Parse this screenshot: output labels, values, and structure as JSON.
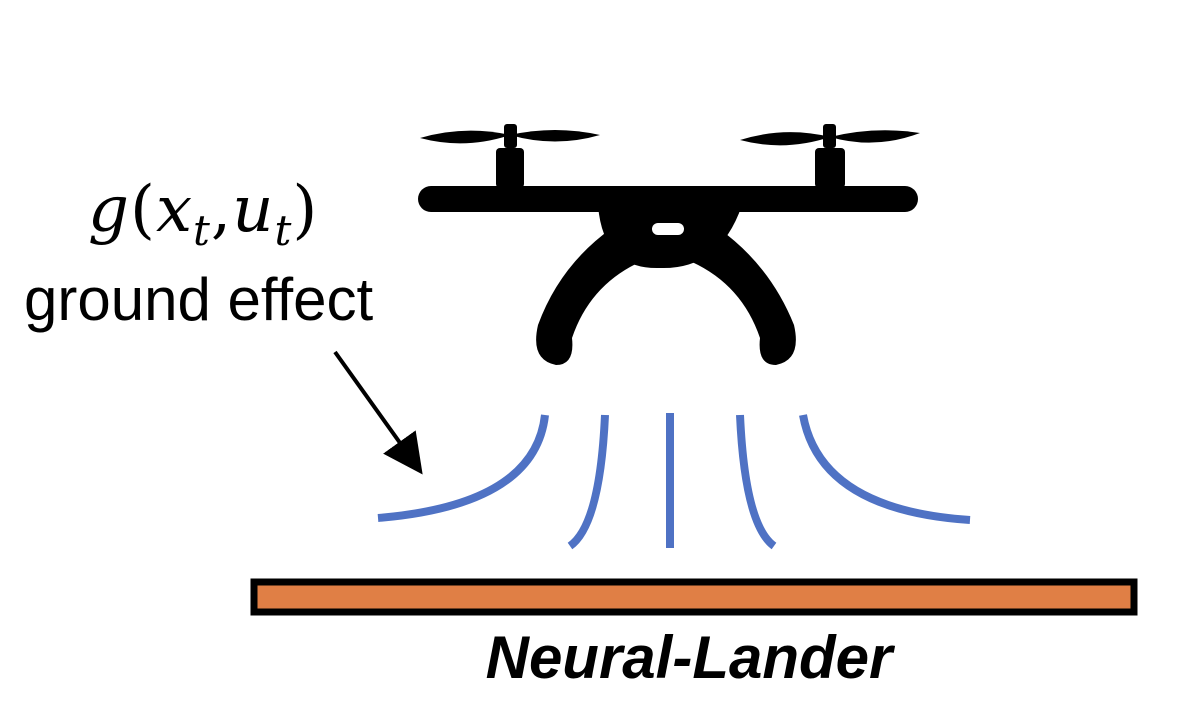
{
  "formula": {
    "func": "g",
    "open": "(",
    "var1": "x",
    "sub1": "t",
    "sep": ",",
    "var2": "u",
    "sub2": "t",
    "close": ")"
  },
  "effect_label": "ground effect",
  "title": "Neural-Lander",
  "colors": {
    "airflow": "#4f72c4",
    "ground_fill": "#e07f45",
    "drone": "#000000",
    "outline": "#000000"
  }
}
